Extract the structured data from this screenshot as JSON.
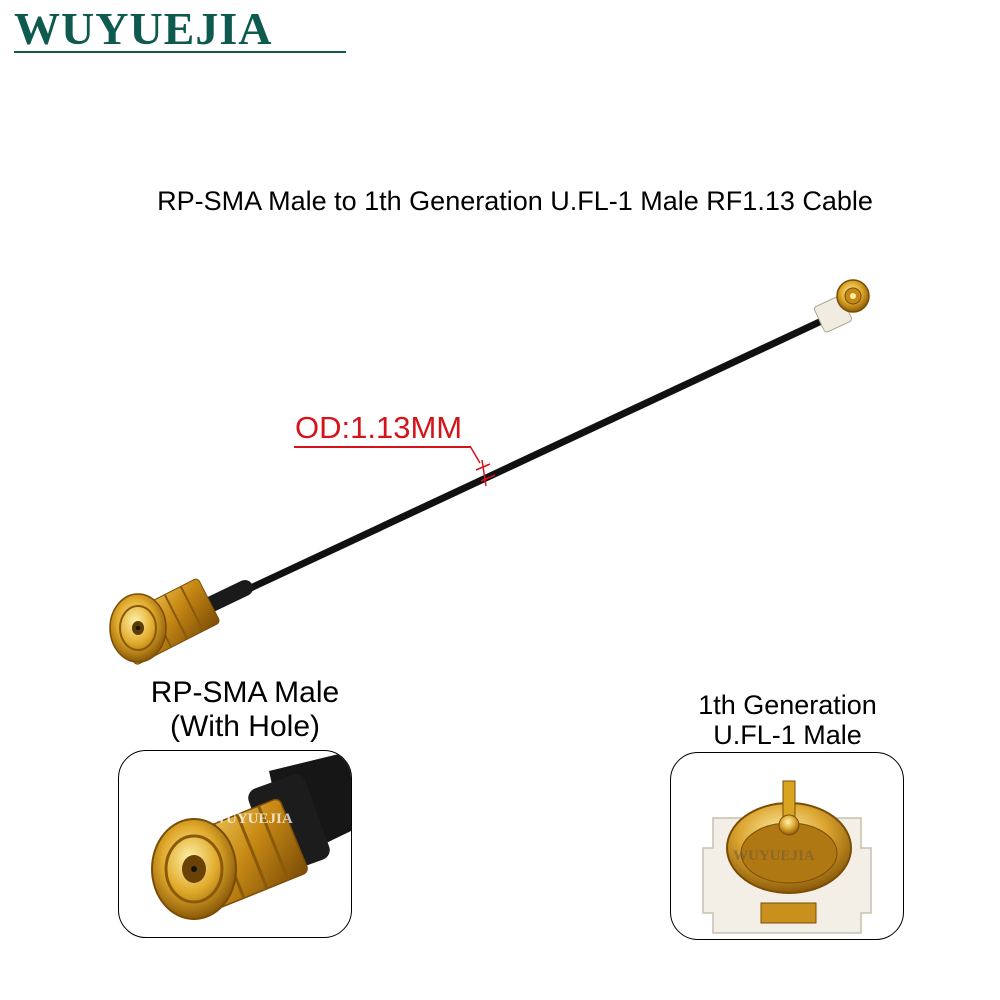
{
  "brand": "WUYUEJIA",
  "title": "RP-SMA Male to 1th Generation U.FL-1 Male RF1.13 Cable",
  "dimension_label": "OD:1.13MM",
  "left_connector": {
    "line1": "RP-SMA Male",
    "line2": "(With Hole)"
  },
  "right_connector": {
    "line1": "1th Generation",
    "line2": "U.FL-1 Male"
  },
  "watermark": "WUYUEJIA",
  "colors": {
    "brand": "#0f5a4f",
    "dimension": "#d4141a",
    "gold": "#d9a520",
    "cable": "#111111"
  }
}
